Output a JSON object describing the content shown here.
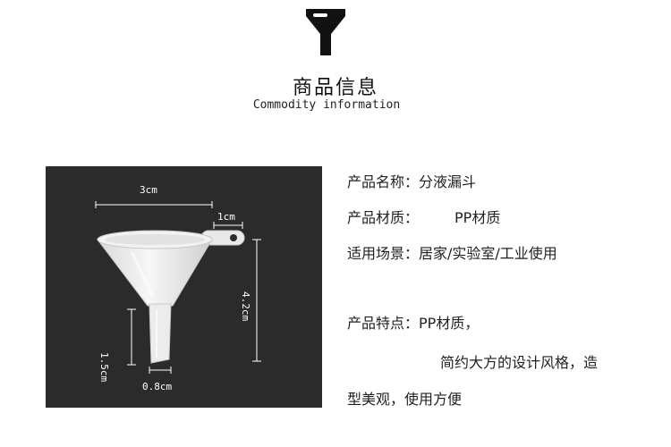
{
  "header": {
    "icon": "funnel-icon",
    "title_cn": "商品信息",
    "title_en": "Commodity information"
  },
  "product_image": {
    "background_color": "#2b2b2b",
    "dimensions": {
      "top_width": "3cm",
      "handle": "1cm",
      "height": "4.2cm",
      "stem_length": "1.5cm",
      "bottom_width": "0.8cm"
    }
  },
  "info": {
    "name_label": "产品名称：",
    "name_value": "分液漏斗",
    "material_label": "产品材质：",
    "material_value": "PP材质",
    "scene_label": "适用场景：",
    "scene_value": "居家/实验室/工业使用",
    "features_label": "产品特点：",
    "features_value_1": "PP材质，",
    "features_value_2": "简约大方的设计风格，造",
    "features_value_3": "型美观，使用方便"
  }
}
